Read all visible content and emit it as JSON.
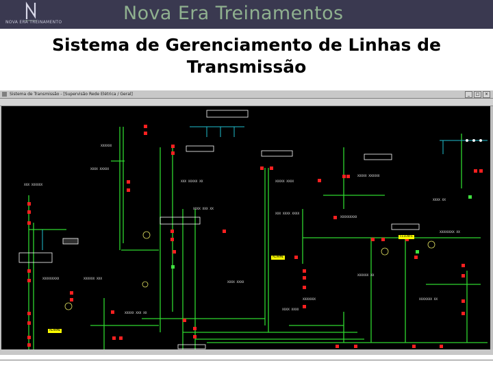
{
  "header": {
    "brand": "Nova Era Treinamentos",
    "logo_text": "NOVA ERA TREINAMENTO"
  },
  "slide": {
    "title": "Sistema de Gerenciamento de Linhas de Transmissão"
  },
  "screenshot": {
    "window_title": "Sistema de Transmissão - [Supervisão Rede Elétrica / Geral]",
    "colors": {
      "background": "#000000",
      "line_green": "#2fd82f",
      "breaker_red": "#ff2020",
      "label_white": "#e8e8e8",
      "highlight_yellow": "#ffff00",
      "feeder_cyan": "#20c0d0"
    },
    "yellow_labels": [
      "ALARME",
      "ALARME",
      "CLIENTE"
    ],
    "icons": [
      "window-menu-icon",
      "minimize-icon",
      "maximize-icon",
      "close-icon"
    ]
  }
}
